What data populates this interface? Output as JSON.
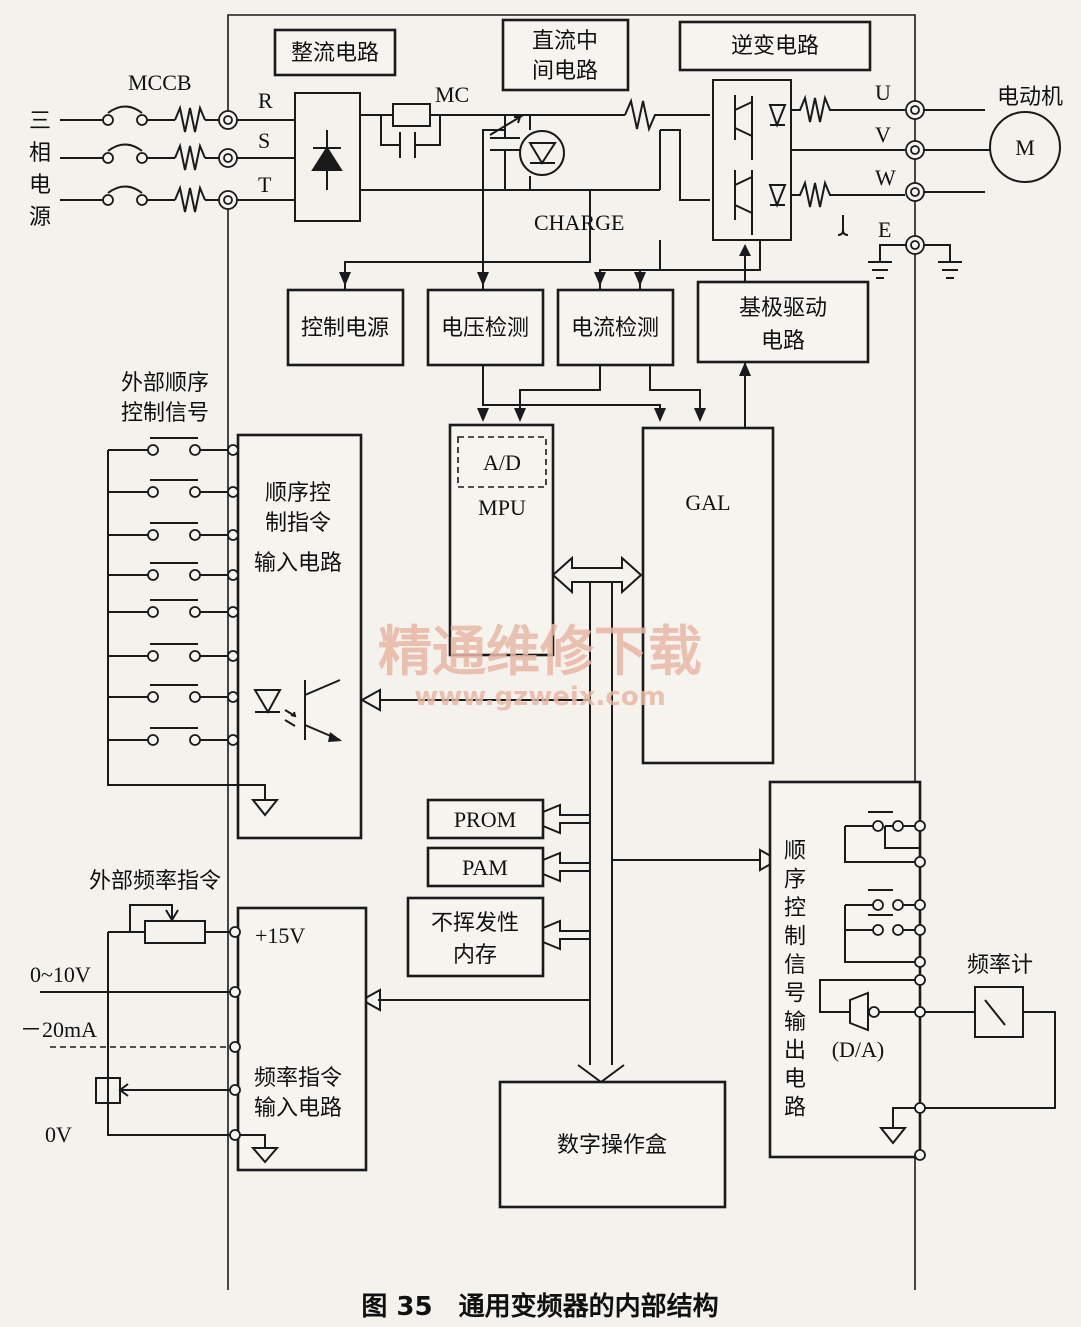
{
  "caption": "图 35　通用变频器的内部结构",
  "watermark": {
    "cn": "精通维修下载",
    "url": "www.gzweix.com"
  },
  "power": {
    "source_label": "三相电源",
    "source_chars": [
      "三",
      "相",
      "电",
      "源"
    ],
    "mccb": "MCCB",
    "phases": [
      "R",
      "S",
      "T"
    ],
    "mc": "MC",
    "charge": "CHARGE"
  },
  "sections": {
    "rectifier": "整流电路",
    "dc_link": [
      "直流中",
      "间电路"
    ],
    "inverter": "逆变电路"
  },
  "motor": {
    "label": "电动机",
    "symbol": "M",
    "outputs": [
      "U",
      "V",
      "W"
    ],
    "earth": "E"
  },
  "blocks": {
    "control_power": "控制电源",
    "voltage_detect": "电压检测",
    "current_detect": "电流检测",
    "base_drive": [
      "基极驱动",
      "电路"
    ],
    "ad": "A/D",
    "mpu": "MPU",
    "gal": "GAL",
    "prom": "PROM",
    "pam": "PAM",
    "nvmem": [
      "不挥发性",
      "内存"
    ],
    "operator_box": "数字操作盒"
  },
  "seq_input": {
    "external_label": [
      "外部顺序",
      "控制信号"
    ],
    "block_label": [
      "顺序控",
      "制指令",
      "输入电路"
    ]
  },
  "freq_input": {
    "external_label": "外部频率指令",
    "p15v": "+15V",
    "v010": "0~10V",
    "ma20": "－20mA",
    "zero_v": "0V",
    "block_label": [
      "频率指令",
      "输入电路"
    ]
  },
  "seq_output": {
    "block_chars": [
      "顺",
      "序",
      "控",
      "制",
      "信",
      "号",
      "输",
      "出",
      "电",
      "路"
    ],
    "da": "(D/A)",
    "freq_meter": "频率计"
  }
}
